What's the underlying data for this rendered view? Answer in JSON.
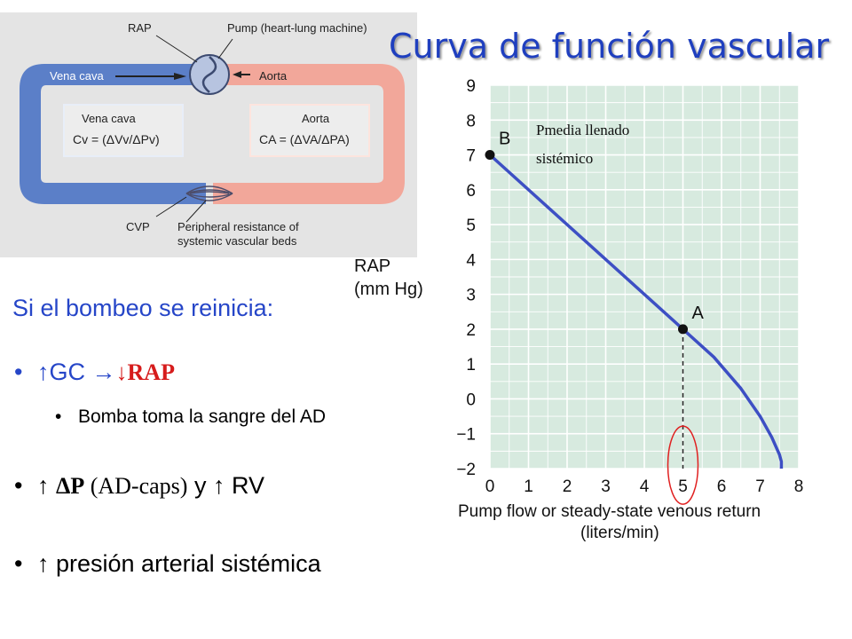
{
  "slide": {
    "title": "Curva de función  vascular",
    "subtitle": "Si el bombeo se reinicia:",
    "bullet1": {
      "a": "↑GC →",
      "b": "↓RAP"
    },
    "bullet1_sub": "Bomba toma la sangre del AD",
    "bullet2": {
      "a": "↑ ",
      "b": "ΔP",
      "c": " (AD-caps)",
      "d": " y ↑ RV"
    },
    "bullet3": "↑ presión arterial sistémica",
    "bullet_glyph": "•"
  },
  "diagram": {
    "label_rap": "RAP",
    "label_pump": "Pump (heart-lung machine)",
    "label_vena_cava": "Vena cava",
    "label_aorta": "Aorta",
    "box_left_title": "Vena cava",
    "box_left_formula": "Cv = (ΔVv/ΔPv)",
    "box_right_title": "Aorta",
    "box_right_formula": "CA = (ΔVA/ΔPA)",
    "label_cvp": "CVP",
    "label_resistance_1": "Peripheral resistance of",
    "label_resistance_2": "systemic vascular beds",
    "colors": {
      "venous": "#5b7fc8",
      "arterial": "#f2a79a",
      "background": "#e4e4e4"
    }
  },
  "chart_data": {
    "type": "line",
    "ylabel_1": "RAP",
    "ylabel_2": "(mm Hg)",
    "xlabel_1": "Pump flow or steady-state venous return",
    "xlabel_2": "(liters/min)",
    "xlim": [
      0,
      8
    ],
    "ylim": [
      -2,
      9
    ],
    "xticks": [
      "0",
      "1",
      "2",
      "3",
      "4",
      "5",
      "6",
      "7",
      "8"
    ],
    "yticks": [
      "9",
      "8",
      "7",
      "6",
      "5",
      "4",
      "3",
      "2",
      "1",
      "0",
      "−1",
      "−2"
    ],
    "grid": true,
    "series": [
      {
        "x": [
          0,
          5,
          5.8,
          6.5,
          7.0,
          7.3,
          7.5,
          7.55,
          7.55
        ],
        "y": [
          7,
          2,
          1.2,
          0.3,
          -0.5,
          -1.1,
          -1.6,
          -1.8,
          -2
        ]
      }
    ],
    "points": [
      {
        "label": "B",
        "x": 0,
        "y": 7
      },
      {
        "label": "A",
        "x": 5,
        "y": 2
      }
    ],
    "annotation_1": "Pmedia llenado",
    "annotation_2": "sistémico",
    "colors": {
      "line": "#3d4fc4",
      "plot_bg": "#d7eadf",
      "grid": "#ffffff",
      "highlight": "#e02020"
    }
  }
}
